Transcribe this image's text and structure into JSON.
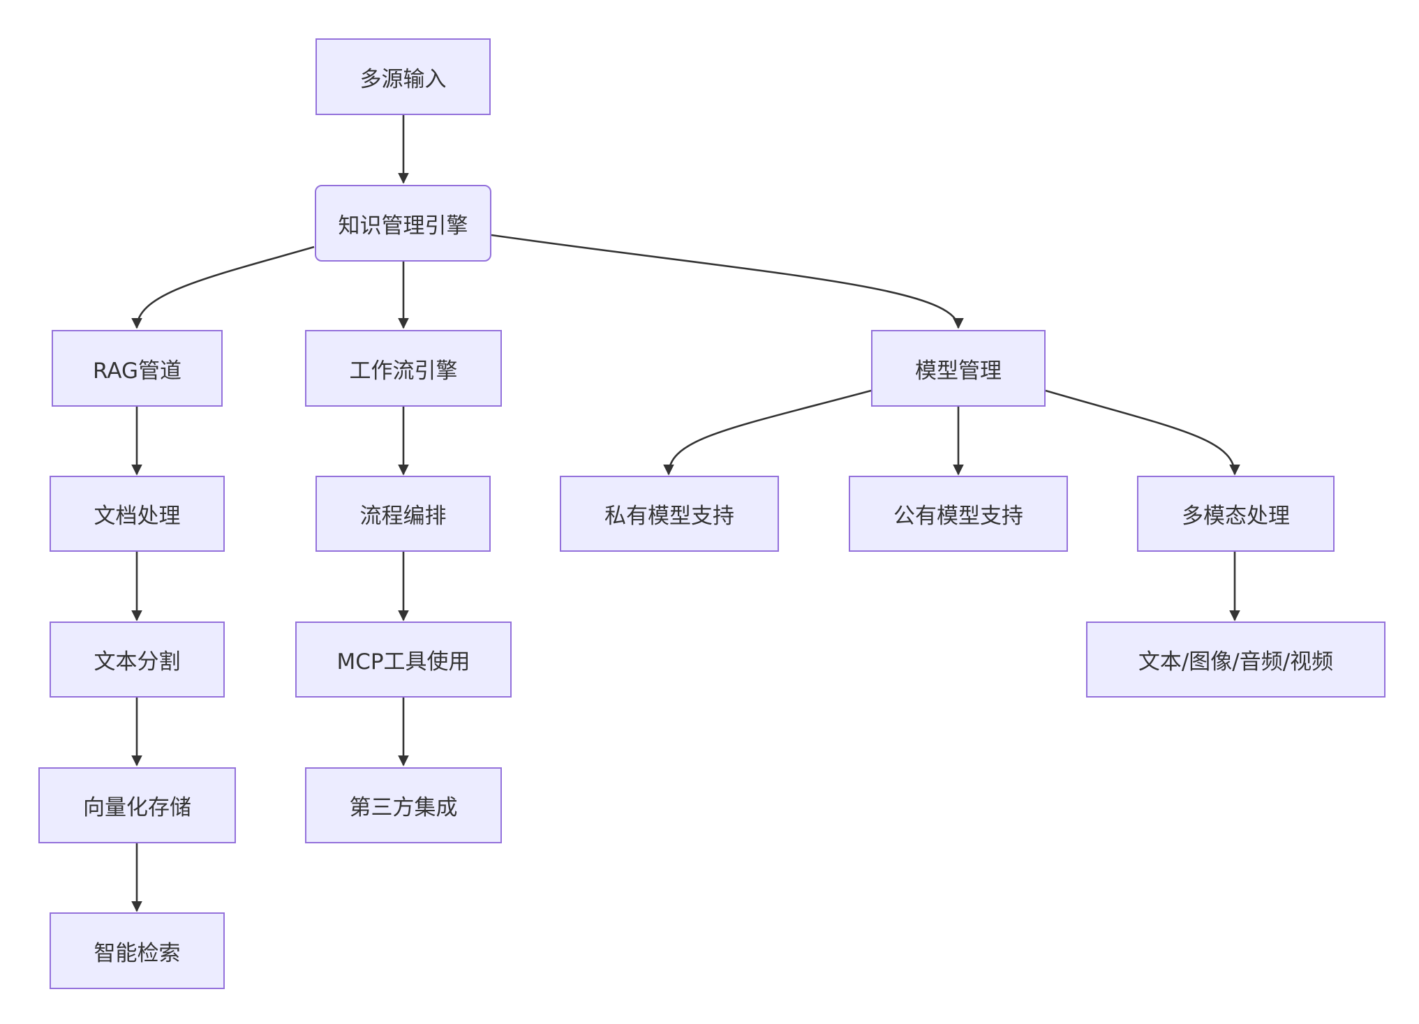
{
  "nodes": {
    "multi_source_input": "多源输入",
    "knowledge_engine": "知识管理引擎",
    "rag_pipeline": "RAG管道",
    "workflow_engine": "工作流引擎",
    "model_management": "模型管理",
    "document_processing": "文档处理",
    "process_orchestration": "流程编排",
    "private_model_support": "私有模型支持",
    "public_model_support": "公有模型支持",
    "multimodal_processing": "多模态处理",
    "text_splitting": "文本分割",
    "mcp_tool_usage": "MCP工具使用",
    "media_types": "文本/图像/音频/视频",
    "vector_storage": "向量化存储",
    "third_party_integration": "第三方集成",
    "intelligent_retrieval": "智能检索"
  },
  "edges": [
    [
      "multi_source_input",
      "knowledge_engine"
    ],
    [
      "knowledge_engine",
      "rag_pipeline"
    ],
    [
      "knowledge_engine",
      "workflow_engine"
    ],
    [
      "knowledge_engine",
      "model_management"
    ],
    [
      "rag_pipeline",
      "document_processing"
    ],
    [
      "document_processing",
      "text_splitting"
    ],
    [
      "text_splitting",
      "vector_storage"
    ],
    [
      "vector_storage",
      "intelligent_retrieval"
    ],
    [
      "workflow_engine",
      "process_orchestration"
    ],
    [
      "process_orchestration",
      "mcp_tool_usage"
    ],
    [
      "mcp_tool_usage",
      "third_party_integration"
    ],
    [
      "model_management",
      "private_model_support"
    ],
    [
      "model_management",
      "public_model_support"
    ],
    [
      "model_management",
      "multimodal_processing"
    ],
    [
      "multimodal_processing",
      "media_types"
    ]
  ],
  "colors": {
    "node_fill": "#ECECFF",
    "node_border": "#9370DB",
    "edge": "#333333",
    "text": "#333333"
  }
}
